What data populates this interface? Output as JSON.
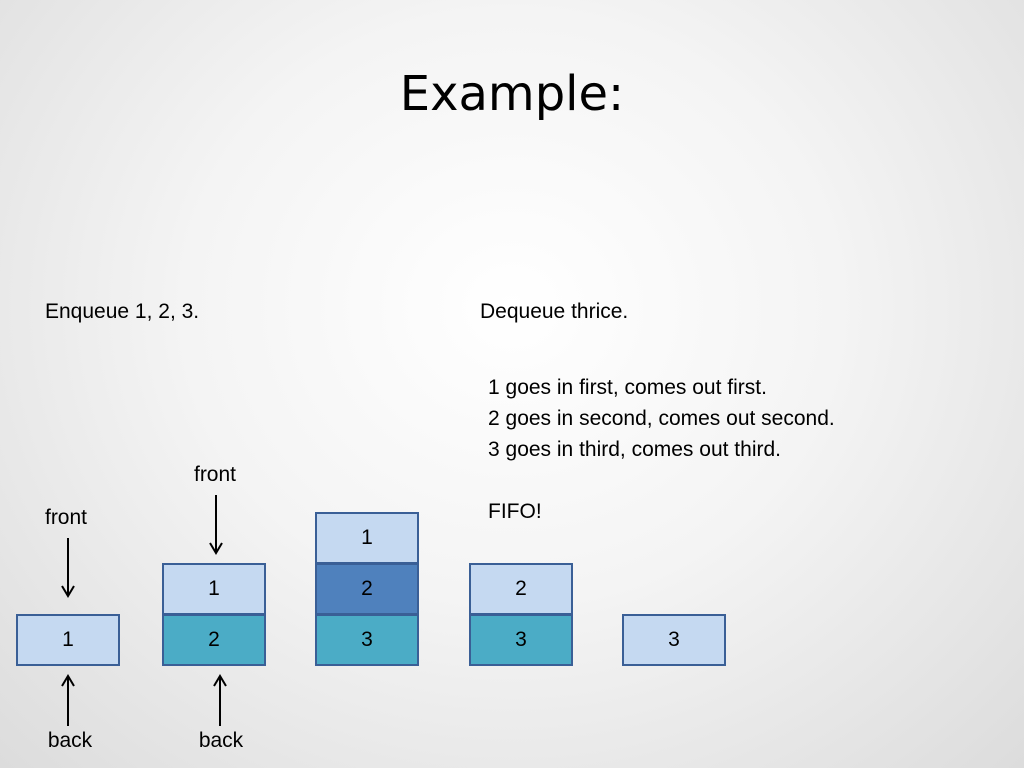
{
  "slide": {
    "title": "Example:",
    "enqueue_label": "Enqueue 1, 2, 3.",
    "dequeue_label": "Dequeue thrice.",
    "notes": [
      "1 goes in first, comes out first.",
      "2 goes in second, comes out second.",
      "3 goes in third, comes out third.",
      "",
      "FIFO!"
    ],
    "pointers": {
      "front": "front",
      "back": "back"
    },
    "queues": [
      {
        "cells": [
          "1"
        ]
      },
      {
        "cells": [
          "1",
          "2"
        ]
      },
      {
        "cells": [
          "1",
          "2",
          "3"
        ]
      },
      {
        "cells": [
          "2",
          "3"
        ]
      },
      {
        "cells": [
          "3"
        ]
      }
    ]
  },
  "colors": {
    "light": "#c5d9f1",
    "teal": "#4bacc6",
    "blue": "#4f81bd",
    "border": "#3a5f96"
  }
}
